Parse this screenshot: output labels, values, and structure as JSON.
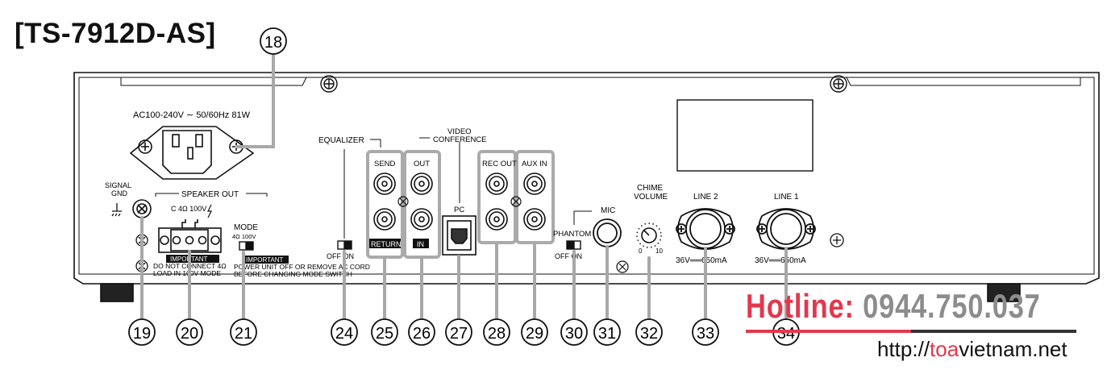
{
  "title": "[TS-7912D-AS]",
  "labels": {
    "power": "AC100-240V ∼ 50/60Hz 81W",
    "signal_gnd_1": "SIGNAL",
    "signal_gnd_2": "GND",
    "speaker_out": "SPEAKER OUT",
    "speaker_terms": "C   4Ω   100V",
    "important_1": "IMPORTANT",
    "warn_1a": "DO NOT CONNECT 4Ω",
    "warn_1b": "LOAD IN 100V MODE",
    "mode": "MODE",
    "mode_opts": "4Ω   100V",
    "important_2": "IMPORTANT",
    "warn_2a": "POWER UNIT OFF OR REMOVE AC CORD",
    "warn_2b": "BEFORE CHANGING MODE SWITCH",
    "equalizer": "EQUALIZER",
    "off_on_1": "OFF   ON",
    "send": "SEND",
    "return": "RETURN",
    "video_conf_1": "VIDEO",
    "video_conf_2": "CONFERENCE",
    "out": "OUT",
    "in": "IN",
    "pc": "PC",
    "rec_out": "REC OUT",
    "aux_in": "AUX IN",
    "phantom": "PHANTOM",
    "off_on_2": "OFF   ON",
    "mic": "MIC",
    "chime_1": "CHIME",
    "chime_2": "VOLUME",
    "chime_min": "0",
    "chime_max": "10",
    "line2": "LINE 2",
    "line1": "LINE 1",
    "line2_spec": "36V══650mA",
    "line1_spec": "36V══650mA"
  },
  "callouts": [
    "18",
    "19",
    "20",
    "21",
    "24",
    "25",
    "26",
    "27",
    "28",
    "29",
    "30",
    "31",
    "32",
    "33",
    "34"
  ],
  "watermark": {
    "hotline_label": "Hotline: ",
    "hotline_number": "0944.750.037",
    "url_pre": "http://",
    "url_red": "toa",
    "url_post": "vietnam.net"
  }
}
